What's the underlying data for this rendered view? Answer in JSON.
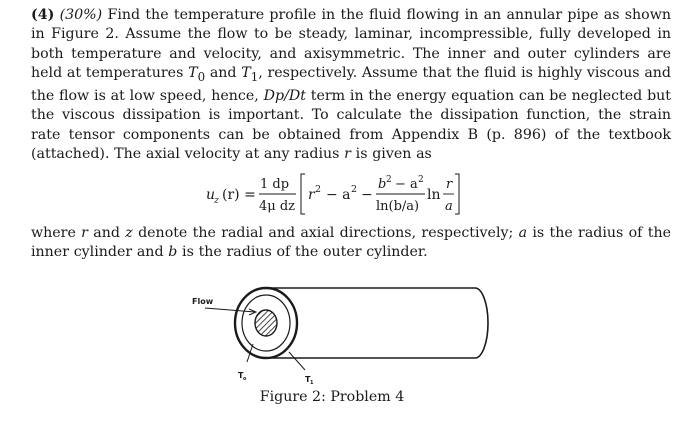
{
  "problem": {
    "number": "(4)",
    "weight": "(30%)",
    "para1_part1": "Find the temperature profile in the fluid flowing in an annular pipe as shown in Figure 2. Assume the flow to be steady, laminar, incompressible, fully developed in both temperature and velocity, and axisymmetric. The inner and outer cylinders are held at temperatures ",
    "T0": "T",
    "T0_sub": "0",
    "para1_and": " and ",
    "T1": "T",
    "T1_sub": "1",
    "para1_part2": ", respectively. Assume that the fluid is highly viscous and the flow is at low speed, hence, ",
    "dpdt": "Dp/Dt",
    "para1_part3": " term in the energy equation can be neglected but the viscous dissipation is important. To calculate the dissipation function, the strain rate tensor components can be obtained from Appendix B (p. 896) of the textbook (attached). The axial velocity at any radius ",
    "r_var": "r",
    "para1_part4": " is given as"
  },
  "equation": {
    "lhs": "u",
    "lhs_sub": "z",
    "lhs_arg": "(r) =",
    "frac1_num": "1 dp",
    "frac1_den": "4μ dz",
    "r2a2": "r",
    "minus_a2": "− a",
    "minus": "−",
    "frac2_num": "b",
    "frac2_num_rest": "− a",
    "frac2_den": "ln(b/a)",
    "ln": "ln",
    "frac3_num": "r",
    "frac3_den": "a",
    "sq": "2"
  },
  "para2": {
    "part1": "where ",
    "r": "r",
    "part2": " and ",
    "z": "z",
    "part3": " denote the radial and axial directions, respectively; ",
    "a": "a",
    "part4": " is the radius of the inner cylinder and ",
    "b": "b",
    "part5": " is the radius of the outer cylinder."
  },
  "figure": {
    "flow_label": "Flow",
    "t0_label": "T",
    "t0_sub": "o",
    "t1_label": "T",
    "t1_sub": "1",
    "caption": "Figure 2: Problem 4"
  }
}
